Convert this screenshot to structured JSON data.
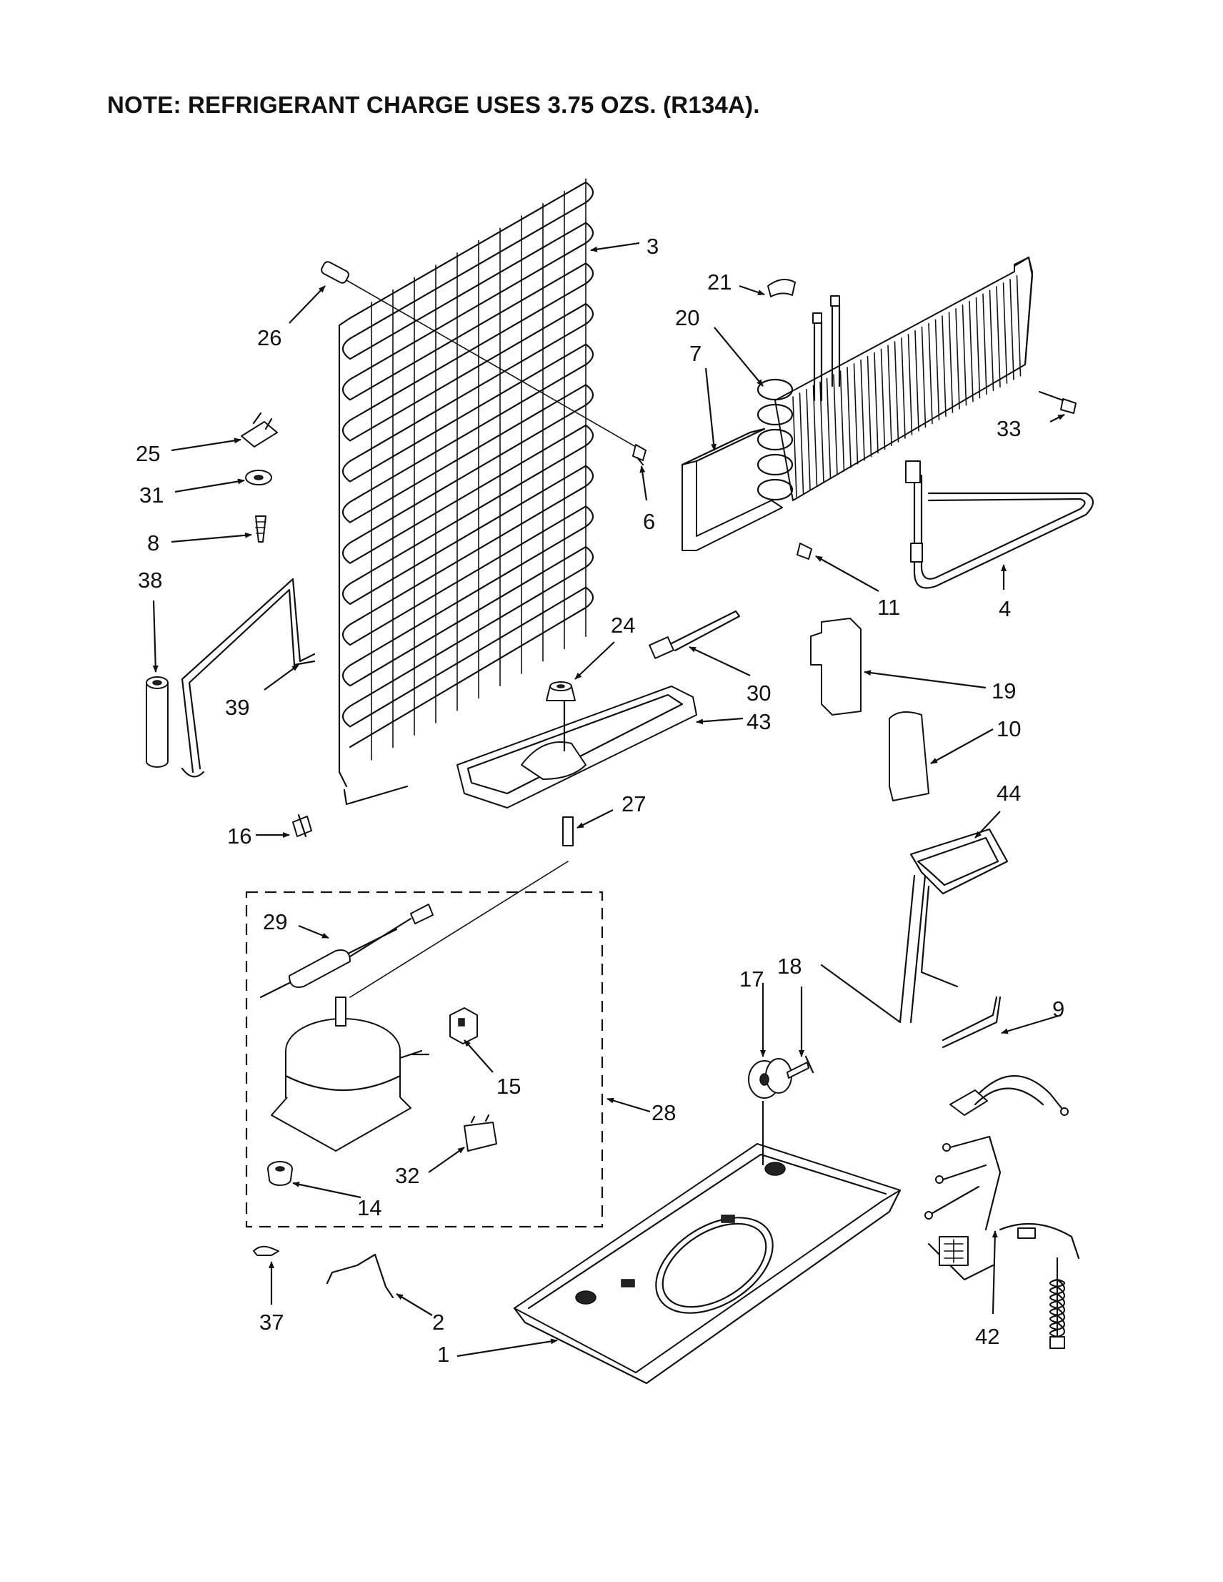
{
  "note": "NOTE: REFRIGERANT CHARGE USES 3.75 OZS. (R134A).",
  "callouts": {
    "c1": "1",
    "c2": "2",
    "c3": "3",
    "c4": "4",
    "c6": "6",
    "c7": "7",
    "c8": "8",
    "c9": "9",
    "c10": "10",
    "c11": "11",
    "c14": "14",
    "c15": "15",
    "c16": "16",
    "c17": "17",
    "c18": "18",
    "c19": "19",
    "c20": "20",
    "c21": "21",
    "c24": "24",
    "c25": "25",
    "c26": "26",
    "c27": "27",
    "c28": "28",
    "c29": "29",
    "c30": "30",
    "c31": "31",
    "c32": "32",
    "c33": "33",
    "c37": "37",
    "c38": "38",
    "c39": "39",
    "c42": "42",
    "c43": "43",
    "c44": "44"
  }
}
